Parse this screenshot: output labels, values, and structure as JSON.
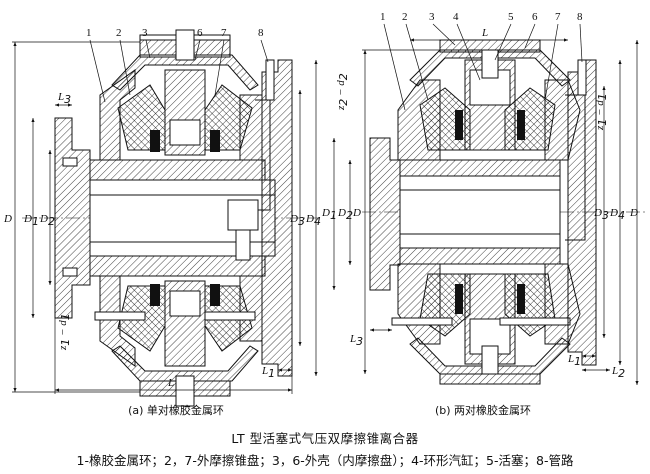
{
  "figure_a": {
    "numbers": [
      "1",
      "2",
      "3",
      "6",
      "7",
      "8"
    ],
    "dims": {
      "L": "L",
      "L1": "L",
      "L1_sub": "1",
      "L3": "L",
      "L3_sub": "3",
      "D": "D",
      "D1": "D",
      "D1_sub": "1",
      "D2": "D",
      "D2_sub": "2",
      "D3": "D",
      "D3_sub": "3",
      "D4": "D",
      "D4_sub": "4",
      "z1d1": "z",
      "z1d1_sub": "1",
      "z1d1_d": "d",
      "z1d1_dsub": "1"
    },
    "caption": "(a) 单对橡胶金属环"
  },
  "figure_b": {
    "numbers": [
      "1",
      "2",
      "3",
      "4",
      "5",
      "6",
      "7",
      "8"
    ],
    "dims": {
      "L": "L",
      "L1": "L",
      "L1_sub": "1",
      "L2": "L",
      "L2_sub": "2",
      "L3": "L",
      "L3_sub": "3",
      "D": "D",
      "D1": "D",
      "D1_sub": "1",
      "D2": "D",
      "D2_sub": "2",
      "D3": "D",
      "D3_sub": "3",
      "D4": "D",
      "D4_sub": "4",
      "z2d2": "z",
      "z2d2_sub": "2",
      "z2d2_d": "d",
      "z2d2_dsub": "2",
      "z1d1": "z",
      "z1d1_sub": "1",
      "z1d1_d": "d",
      "z1d1_dsub": "1"
    },
    "caption": "(b) 两对橡胶金属环"
  },
  "title": "LT 型活塞式气压双摩擦锥离合器",
  "legend": "1-橡胶金属环；2，7-外摩擦锥盘；3，6-外壳（内摩擦盘）；4-环形汽缸；5-活塞；8-管路"
}
